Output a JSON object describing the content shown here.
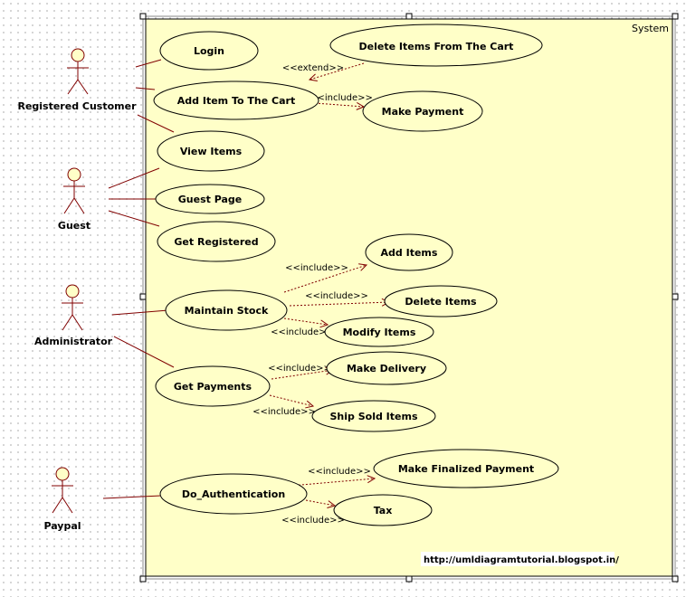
{
  "system": {
    "title": "System"
  },
  "actors": {
    "registered_customer": "Registered Customer",
    "guest": "Guest",
    "administrator": "Administrator",
    "paypal": "Paypal"
  },
  "use_cases": {
    "login": "Login",
    "delete_items_from_cart": "Delete Items From The Cart",
    "add_item_to_cart": "Add Item To The Cart",
    "make_payment": "Make Payment",
    "view_items": "View Items",
    "guest_page": "Guest Page",
    "get_registered": "Get Registered",
    "add_items": "Add Items",
    "maintain_stock": "Maintain Stock",
    "delete_items": "Delete Items",
    "modify_items": "Modify Items",
    "make_delivery": "Make Delivery",
    "get_payments": "Get Payments",
    "ship_sold_items": "Ship Sold Items",
    "make_finalized_payment": "Make Finalized Payment",
    "do_authentication": "Do_Authentication",
    "tax": "Tax"
  },
  "stereotypes": {
    "extend": "<<extend>>",
    "include": "<<include>>"
  },
  "url": "http://umldiagramtutorial.blogspot.in/",
  "colors": {
    "system_fill": "#ffffc8",
    "element_fill": "#ffffc8",
    "association_line": "#800000",
    "dependency_line": "#800000",
    "outline": "#000000"
  }
}
